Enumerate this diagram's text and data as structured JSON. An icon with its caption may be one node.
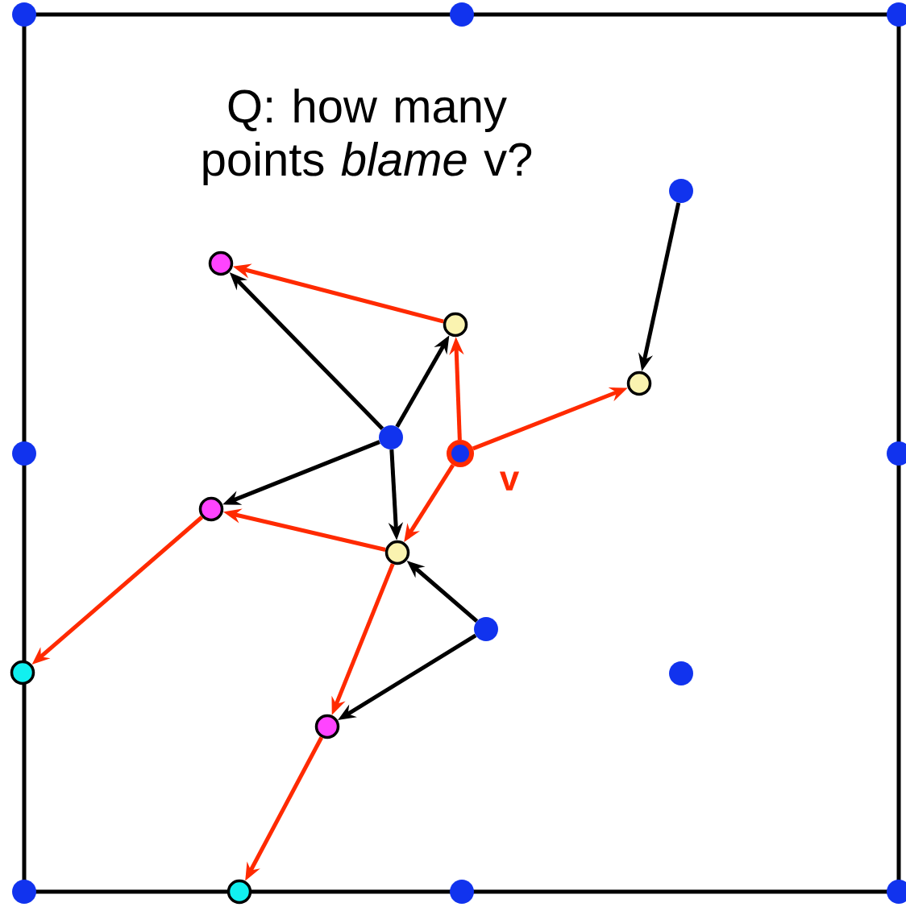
{
  "diagram": {
    "nodes": [
      {
        "text": [],
        "shape": "circle"
      },
      {
        "text": [],
        "shape": "circle"
      },
      {
        "text": [],
        "shape": "circle"
      },
      {
        "text": [],
        "shape": "circle"
      },
      {
        "text": [],
        "shape": "circle"
      },
      {
        "text": [],
        "shape": "circle"
      },
      {
        "text": [],
        "shape": "circle"
      },
      {
        "text": [],
        "shape": "circle"
      },
      {
        "text": [],
        "shape": "circle"
      },
      {
        "text": [],
        "shape": "circle",
        "beside": [
          "v"
        ]
      },
      {
        "text": [],
        "shape": "circle"
      },
      {
        "text": [],
        "shape": "circle"
      },
      {
        "text": [],
        "shape": "circle"
      },
      {
        "text": [],
        "shape": "circle"
      },
      {
        "text": [],
        "shape": "circle"
      },
      {
        "text": [],
        "shape": "circle"
      },
      {
        "text": [],
        "shape": "circle"
      },
      {
        "text": [],
        "shape": "circle"
      },
      {
        "text": [],
        "shape": "circle"
      },
      {
        "text": [],
        "shape": "circle"
      },
      {
        "text": [],
        "shape": "circle"
      }
    ],
    "edges": [
      {
        "from": 7,
        "to": 4,
        "arrow": "to",
        "color": "#000000"
      },
      {
        "from": 7,
        "to": 5,
        "arrow": "to",
        "color": "#000000"
      },
      {
        "from": 7,
        "to": 11,
        "arrow": "to",
        "color": "#000000"
      },
      {
        "from": 7,
        "to": 12,
        "arrow": "to",
        "color": "#000000"
      },
      {
        "from": 3,
        "to": 6,
        "arrow": "to",
        "color": "#000000"
      },
      {
        "from": 13,
        "to": 12,
        "arrow": "to",
        "color": "#000000"
      },
      {
        "from": 13,
        "to": 16,
        "arrow": "to",
        "color": "#000000"
      },
      {
        "from": 5,
        "to": 4,
        "arrow": "to"
      },
      {
        "from": 9,
        "to": 5,
        "arrow": "to"
      },
      {
        "from": 9,
        "to": 6,
        "arrow": "to"
      },
      {
        "from": 9,
        "to": 12,
        "arrow": "to"
      },
      {
        "from": 12,
        "to": 11,
        "arrow": "to"
      },
      {
        "from": 12,
        "to": 16,
        "arrow": "to"
      },
      {
        "from": 11,
        "to": 14,
        "arrow": "to"
      },
      {
        "from": 16,
        "to": 18,
        "arrow": "to"
      }
    ],
    "labels": [
      "Q: how many points *blame* v?"
    ]
  }
}
